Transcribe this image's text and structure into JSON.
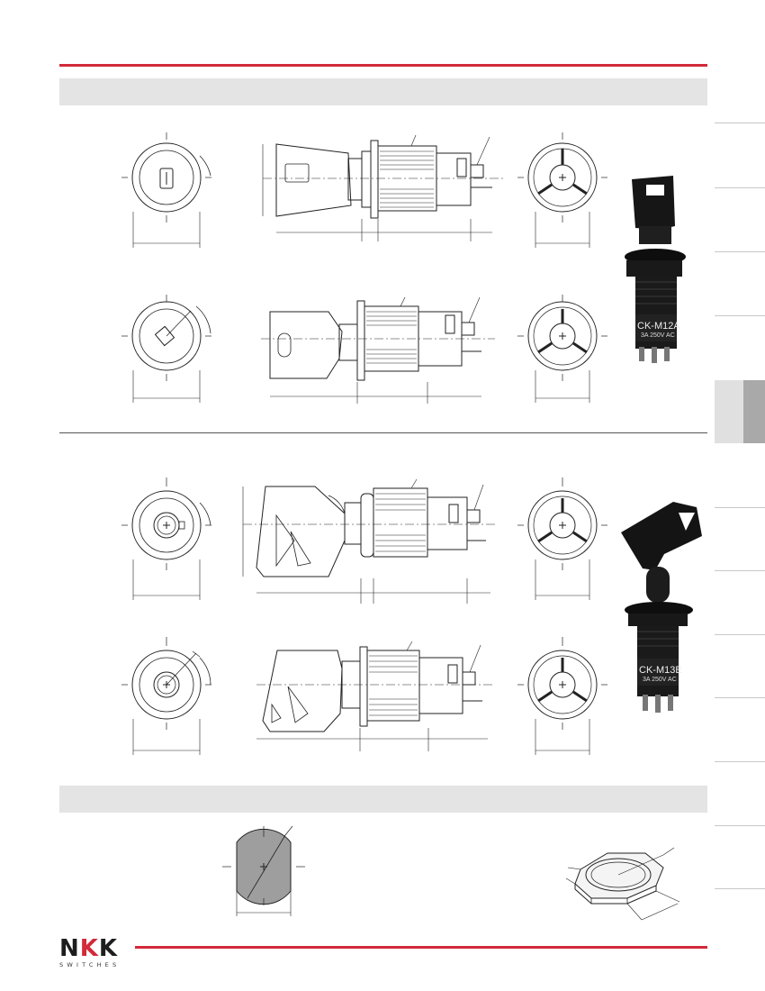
{
  "photo_1": {
    "model_label": "CK-M12A",
    "rating_label": "3A 250V AC"
  },
  "photo_2": {
    "model_label": "CK-M13E",
    "rating_label": "3A 250V AC"
  },
  "logo": {
    "brand": "NKK",
    "tagline": "SWITCHES"
  },
  "colors": {
    "accent_red": "#d22a3a",
    "section_band": "#e4e4e4",
    "tab_dark": "#a9a9a9"
  }
}
